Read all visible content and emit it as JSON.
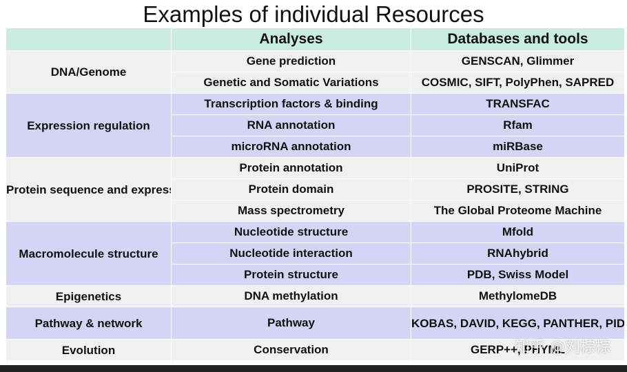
{
  "title": "Examples of individual Resources",
  "header": {
    "analyses": "Analyses",
    "tools": "Databases and tools"
  },
  "rows": {
    "dna": {
      "category": "DNA/Genome",
      "items": [
        {
          "analysis": "Gene prediction",
          "tool": "GENSCAN, Glimmer"
        },
        {
          "analysis": "Genetic and Somatic Variations",
          "tool": "COSMIC, SIFT, PolyPhen, SAPRED"
        }
      ]
    },
    "expr": {
      "category": "Expression regulation",
      "items": [
        {
          "analysis": "Transcription factors & binding",
          "tool": "TRANSFAC"
        },
        {
          "analysis": "RNA annotation",
          "tool": "Rfam"
        },
        {
          "analysis": "microRNA annotation",
          "tool": "miRBase"
        }
      ]
    },
    "protein": {
      "category": "Protein sequence and expression",
      "items": [
        {
          "analysis": "Protein annotation",
          "tool": "UniProt"
        },
        {
          "analysis": "Protein domain",
          "tool": "PROSITE, STRING"
        },
        {
          "analysis": "Mass spectrometry",
          "tool": "The Global Proteome Machine"
        }
      ]
    },
    "macro": {
      "category": "Macromolecule structure",
      "items": [
        {
          "analysis": "Nucleotide structure",
          "tool": "Mfold"
        },
        {
          "analysis": "Nucleotide interaction",
          "tool": "RNAhybrid"
        },
        {
          "analysis": "Protein structure",
          "tool": "PDB, Swiss Model"
        }
      ]
    },
    "epi": {
      "category": "Epigenetics",
      "items": [
        {
          "analysis": "DNA methylation",
          "tool": "MethylomeDB"
        }
      ]
    },
    "path": {
      "category": "Pathway & network",
      "items": [
        {
          "analysis": "Pathway",
          "tool": "KOBAS, DAVID, KEGG, PANTHER, PID, BioCyc"
        }
      ]
    },
    "evo": {
      "category": "Evolution",
      "items": [
        {
          "analysis": "Conservation",
          "tool": "GERP++, PHYML"
        }
      ]
    }
  },
  "watermark": "知乎 @刘棕棕",
  "colors": {
    "header": "#c9ecdf",
    "group_gray": "#f0f0f0",
    "group_blue": "#d4d4f5"
  }
}
